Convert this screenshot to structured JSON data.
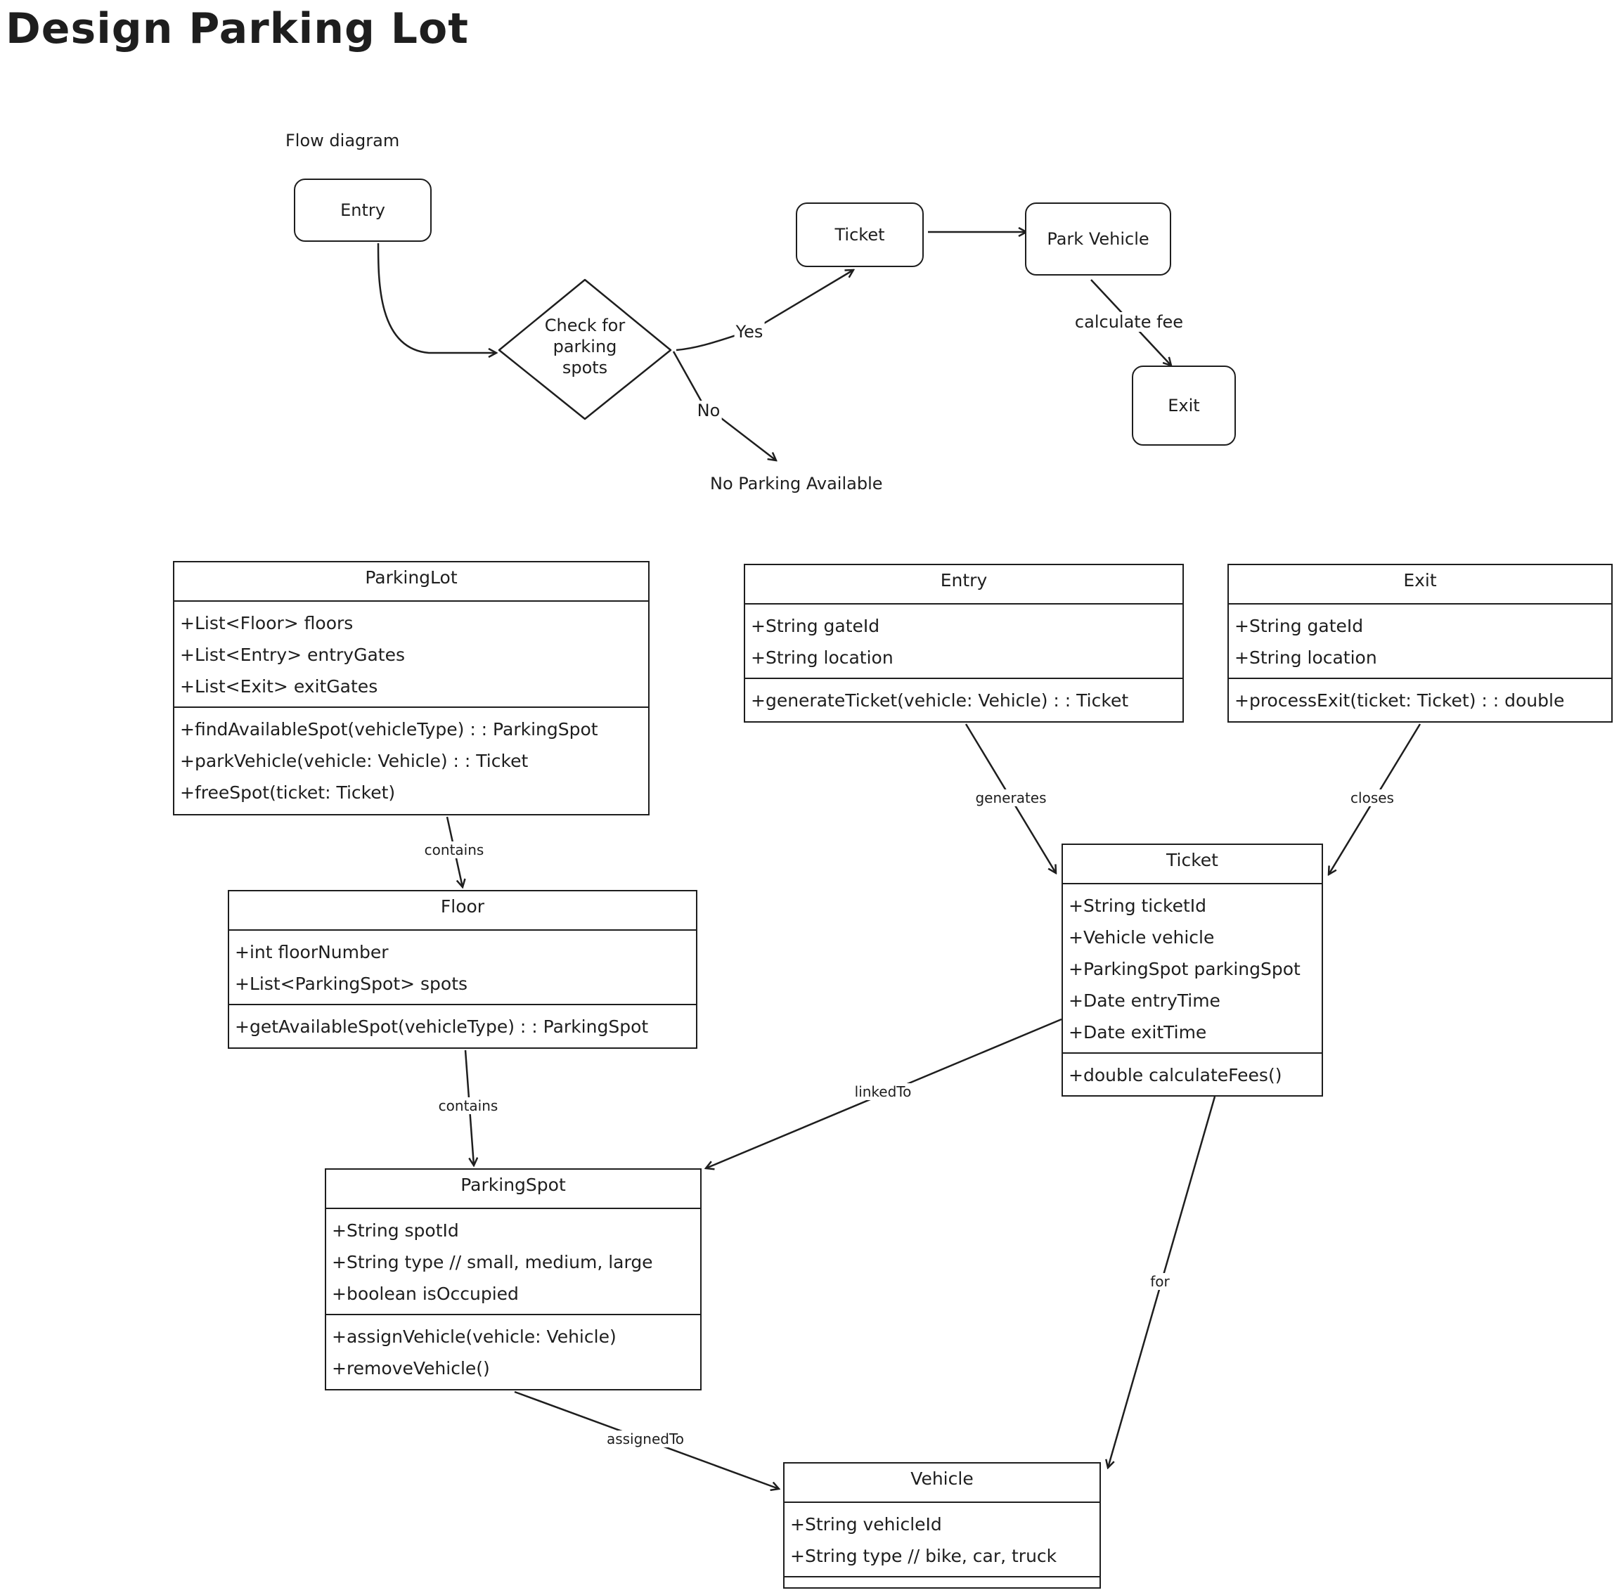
{
  "title": "Design Parking Lot",
  "flow": {
    "caption": "Flow diagram",
    "entry": "Entry",
    "check_line1": "Check for",
    "check_line2": "parking",
    "check_line3": "spots",
    "yes": "Yes",
    "no": "No",
    "ticket": "Ticket",
    "park": "Park Vehicle",
    "calc": "calculate fee",
    "exit": "Exit",
    "no_parking": "No Parking Available"
  },
  "classes": {
    "parkinglot": {
      "name": "ParkingLot",
      "attrs": [
        "+List<Floor> floors",
        "+List<Entry> entryGates",
        "+List<Exit> exitGates"
      ],
      "methods": [
        "+findAvailableSpot(vehicleType) : : ParkingSpot",
        "+parkVehicle(vehicle: Vehicle) : : Ticket",
        "+freeSpot(ticket: Ticket)"
      ]
    },
    "entry": {
      "name": "Entry",
      "attrs": [
        "+String gateId",
        "+String location"
      ],
      "methods": [
        "+generateTicket(vehicle: Vehicle) : : Ticket"
      ]
    },
    "exit": {
      "name": "Exit",
      "attrs": [
        "+String gateId",
        "+String location"
      ],
      "methods": [
        "+processExit(ticket: Ticket) : : double"
      ]
    },
    "floor": {
      "name": "Floor",
      "attrs": [
        "+int floorNumber",
        "+List<ParkingSpot> spots"
      ],
      "methods": [
        "+getAvailableSpot(vehicleType) : : ParkingSpot"
      ]
    },
    "ticket": {
      "name": "Ticket",
      "attrs": [
        "+String ticketId",
        "+Vehicle vehicle",
        "+ParkingSpot parkingSpot",
        "+Date entryTime",
        "+Date exitTime"
      ],
      "methods": [
        "+double calculateFees()"
      ]
    },
    "parkingspot": {
      "name": "ParkingSpot",
      "attrs": [
        "+String spotId",
        "+String type  // small, medium, large",
        "+boolean isOccupied"
      ],
      "methods": [
        "+assignVehicle(vehicle: Vehicle)",
        "+removeVehicle()"
      ]
    },
    "vehicle": {
      "name": "Vehicle",
      "attrs": [
        "+String vehicleId",
        "+String type  // bike, car, truck"
      ],
      "methods": []
    }
  },
  "relations": {
    "contains1": "contains",
    "contains2": "contains",
    "generates": "generates",
    "closes": "closes",
    "linkedTo": "linkedTo",
    "for": "for",
    "assignedTo": "assignedTo"
  }
}
